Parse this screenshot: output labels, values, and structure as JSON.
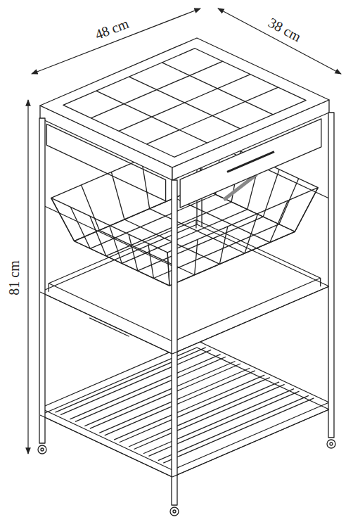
{
  "diagram": {
    "labels": [
      "48 cm",
      "38 cm",
      "81 cm"
    ]
  }
}
